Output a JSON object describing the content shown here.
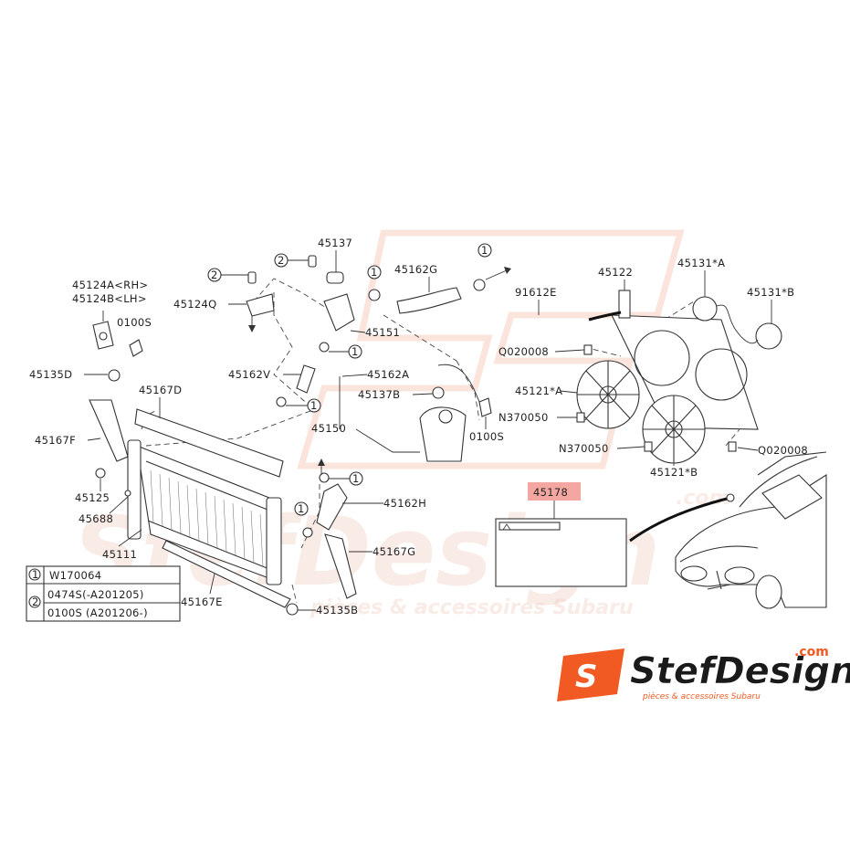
{
  "watermark": {
    "text": "StefDesign",
    "sub": "pièces & accessoires Subaru",
    "com": ".com"
  },
  "logo": {
    "mark": "S",
    "name": "StefDesign",
    "com": ".com",
    "tagline": "pièces & accessoires Subaru",
    "accent": "#f15a22"
  },
  "highlight_color": "#f3a7a0",
  "parts": {
    "p45137": "45137",
    "p45162G": "45162G",
    "p45124A": "45124A<RH>",
    "p45124B": "45124B<LH>",
    "p45124Q": "45124Q",
    "p0100S_a": "0100S",
    "p45151": "45151",
    "p45135D": "45135D",
    "p45162V": "45162V",
    "p45162A": "45162A",
    "p45137B": "45137B",
    "p45167D": "45167D",
    "p45150": "45150",
    "p0100S_b": "0100S",
    "p45167F": "45167F",
    "p45125": "45125",
    "p45688": "45688",
    "p45111": "45111",
    "p45162H": "45162H",
    "p45167G": "45167G",
    "p45167E": "45167E",
    "p45135B": "45135B",
    "p91612E": "91612E",
    "p45122": "45122",
    "p45131A": "45131*A",
    "p45131B": "45131*B",
    "pQ020008_a": "Q020008",
    "p45121A": "45121*A",
    "pN370050_a": "N370050",
    "pN370050_b": "N370050",
    "pQ020008_b": "Q020008",
    "p45121B": "45121*B",
    "p45178": "45178"
  },
  "legend": {
    "rows": [
      {
        "num": "1",
        "lines": [
          "W170064"
        ]
      },
      {
        "num": "2",
        "lines": [
          "0474S(-A201205)",
          "0100S (A201206-)"
        ]
      }
    ]
  },
  "circle_refs": {
    "one": "1",
    "two": "2"
  }
}
